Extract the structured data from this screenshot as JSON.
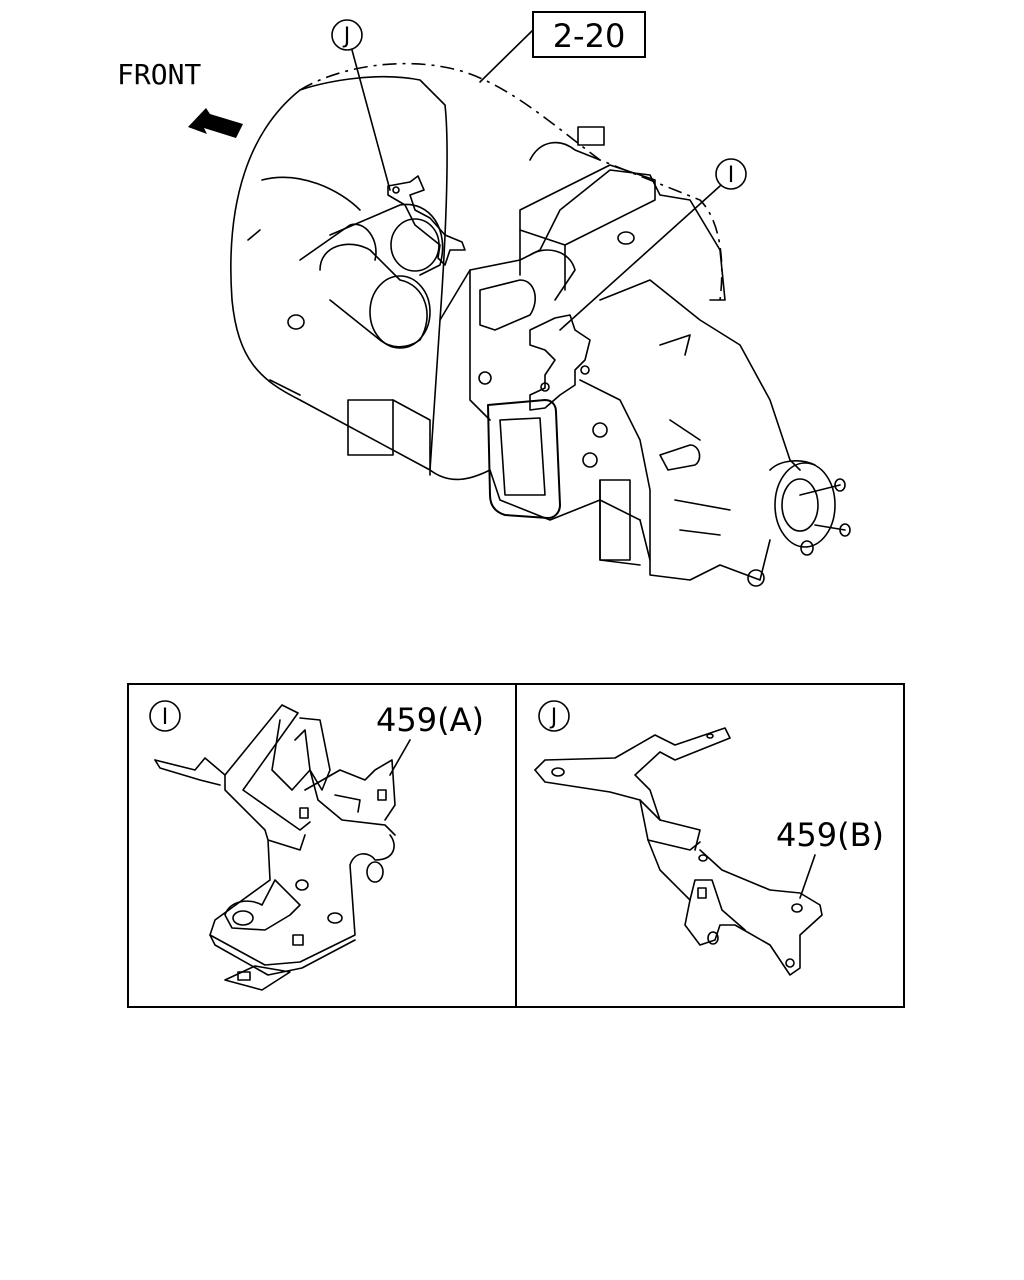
{
  "front_label": "FRONT",
  "ref_box": "2-20",
  "callout_i": "I",
  "callout_j": "J",
  "panel_i": {
    "marker": "I",
    "part_label": "459(A)"
  },
  "panel_j": {
    "marker": "J",
    "part_label": "459(B)"
  }
}
